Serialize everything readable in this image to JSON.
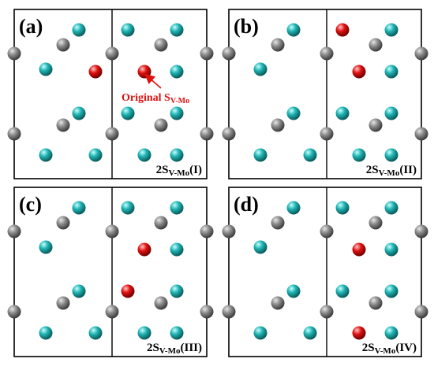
{
  "colors": {
    "gray_atom": "#7a7a7a",
    "teal_atom": "#1fb3b3",
    "red_atom": "#e01010",
    "annotation": "#e01010"
  },
  "panels": [
    {
      "label": "(a)",
      "config_main": "2S",
      "config_sub": "V-Mo",
      "config_tail": "(I)",
      "red_sites": [
        "L3",
        "R1"
      ],
      "annotation": {
        "main": "Original S",
        "sub": "V-Mo"
      }
    },
    {
      "label": "(b)",
      "config_main": "2S",
      "config_sub": "V-Mo",
      "config_tail": "(II)",
      "red_sites": [
        "R0",
        "R1"
      ]
    },
    {
      "label": "(c)",
      "config_main": "2S",
      "config_sub": "V-Mo",
      "config_tail": "(III)",
      "red_sites": [
        "R1",
        "R4"
      ]
    },
    {
      "label": "(d)",
      "config_main": "2S",
      "config_sub": "V-Mo",
      "config_tail": "(IV)",
      "red_sites": [
        "R1",
        "R6"
      ]
    }
  ]
}
